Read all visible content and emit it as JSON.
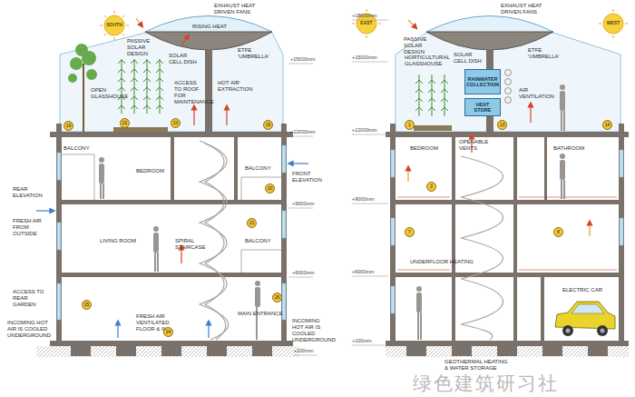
{
  "diagram": {
    "nodes": [
      {
        "text": [
          "RAINWATER COLLECTION"
        ]
      },
      {
        "text": [
          "HEAT STORE"
        ]
      }
    ],
    "labels": [
      "SOUTH",
      "PASSIVE SOLAR DESIGN",
      "EXHAUST HEAT DRIVEN FANS",
      "RISING HEAT",
      "SOLAR CELL DISH",
      "ETFE 'UMBRELLA'",
      "OPEN GLASSHOUSE",
      "ACCESS TO ROOF FOR MAINTENANCE",
      "HOT AIR EXTRACTION",
      "+15000mm",
      "+12000mm",
      "BALCONY",
      "BEDROOM",
      "BALCONY",
      "REAR ELEVATION",
      "FRONT ELEVATION",
      "+9000mm",
      "FRESH AIR FROM OUTSIDE",
      "LIVING ROOM",
      "SPIRAL STAIRCASE",
      "BALCONY",
      "+6000mm",
      "ACCESS TO REAR GARDEN",
      "INCOMING HOT AIR IS COOLED UNDERGROUND",
      "FRESH AIR VENTILATED FLOOR & IN",
      "MAIN ENTRANCE",
      "INCOMING HOT AIR IS COOLED UNDERGROUND",
      "+100mm",
      "19",
      "22",
      "23",
      "16",
      "20",
      "21",
      "24",
      "25",
      "26",
      "EAST",
      "WEST",
      "PASSIVE SOLAR DESIGN",
      "EXHAUST HEAT DRIVEN FANS",
      "SOLAR CELL DISH",
      "ETFE 'UMBRELLA'",
      "HORTICULTURAL GLASSHOUSE",
      "AIR VENTILATION",
      "OPENABLE VENTS",
      "BEDROOM",
      "BATHROOM",
      "UNDERFLOOR HEATING",
      "ELECTRIC CAR",
      "GEOTHERMAL HEATING & WATER STORAGE",
      "+18000mm",
      "+15000mm",
      "+12000mm",
      "+9000mm",
      "+6000mm",
      "+100mm",
      "1",
      "3",
      "7",
      "8",
      "13",
      "14",
      "绿色建筑研习社"
    ]
  }
}
